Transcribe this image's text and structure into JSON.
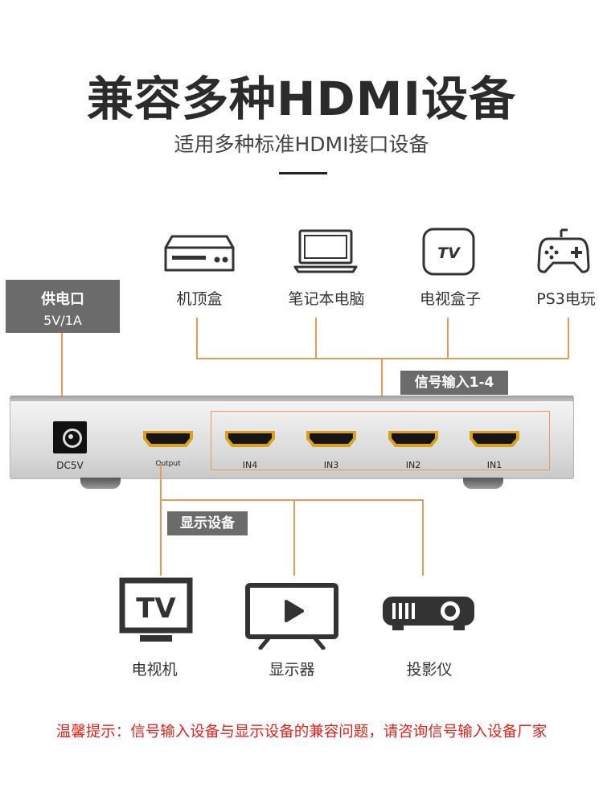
{
  "header": {
    "title": "兼容多种HDMI设备",
    "subtitle": "适用多种标准HDMI接口设备"
  },
  "sources": [
    {
      "label": "机顶盒",
      "icon": "set-top-box-icon"
    },
    {
      "label": "笔记本电脑",
      "icon": "laptop-icon"
    },
    {
      "label": "电视盒子",
      "icon": "tv-box-icon",
      "icon_text": "TV"
    },
    {
      "label": "PS3电玩",
      "icon": "gamepad-icon"
    }
  ],
  "power": {
    "title": "供电口",
    "spec": "5V/1A"
  },
  "input_tag": "信号输入1-4",
  "display_tag": "显示设备",
  "device": {
    "dc_label": "DC5V",
    "output_label": "Output",
    "ports": [
      "IN4",
      "IN3",
      "IN2",
      "IN1"
    ]
  },
  "displays": [
    {
      "label": "电视机",
      "icon": "tv-icon",
      "icon_text": "TV"
    },
    {
      "label": "显示器",
      "icon": "monitor-icon"
    },
    {
      "label": "投影仪",
      "icon": "projector-icon"
    }
  ],
  "warning": "温馨提示：信号输入设备与显示设备的兼容问题，请咨询信号输入设备厂家",
  "colors": {
    "accent_line": "#e89a5a",
    "tag_bg": "#6b6b6b",
    "warning": "#e2231a",
    "port_gold": "#d8a21b"
  }
}
